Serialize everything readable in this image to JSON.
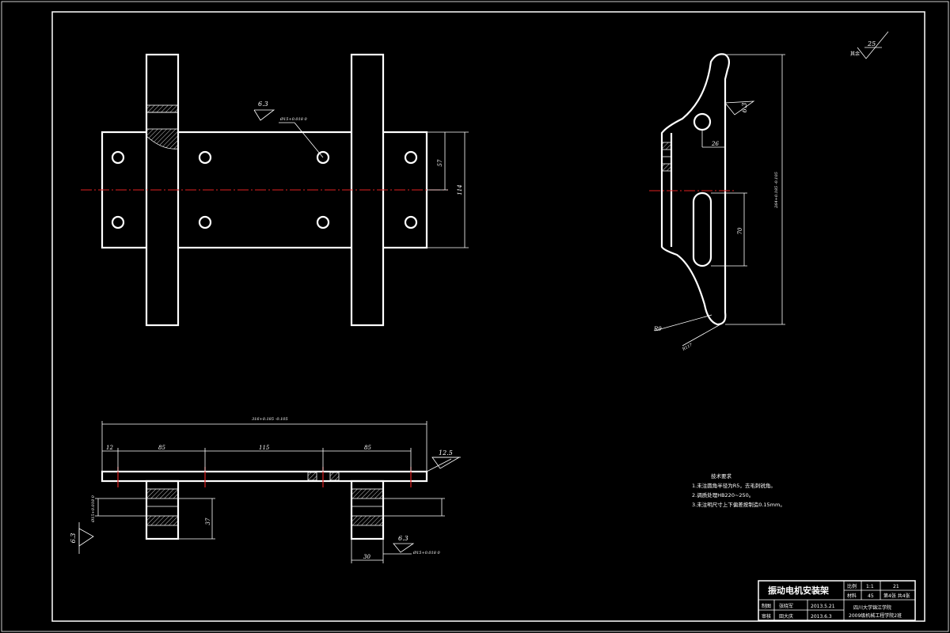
{
  "roughness": {
    "front_top": "6.3",
    "side_right": "6.3",
    "corner_value": "25",
    "corner_label": "其余",
    "bottom_right_end": "12.5",
    "bottom_left": "6.3",
    "bottom_right_hole": "6.3"
  },
  "dims_front": {
    "hole_tol": "Ø15+0.018 0",
    "dim_57": "57",
    "dim_114": "114"
  },
  "dims_side": {
    "dim_26": "26",
    "dim_total": "264+0.185 -0.105",
    "dim_70": "70",
    "radius_small": "R9",
    "radius_large": "R117"
  },
  "dims_bottom": {
    "total_length": "316+0.185 -0.105",
    "seg_12": "12",
    "seg_85a": "85",
    "seg_115": "115",
    "seg_85b": "85",
    "left_bore": "Ø15+0.018 0",
    "dim_37": "37",
    "dim_30": "30",
    "right_bore": "Ø15+0.018 0"
  },
  "tech_notes": {
    "heading": "技术要求",
    "items": [
      "1.未注圆角半径为R5，去毛刺锐角。",
      "2.调质处理HB220~250。",
      "3.未注明尺寸上下偏差按制造0.15mm。"
    ]
  },
  "title_block": {
    "part_name": "振动电机安装架",
    "scale_label": "比例",
    "scale_value": "1:1",
    "drawing_no": "21",
    "material_label": "材料",
    "material_value": "45",
    "sheet_info": "第4张 共4张",
    "designer_label": "制图",
    "designer_name": "张晓军",
    "design_date": "2013.5.21",
    "checker_label": "审核",
    "checker_name": "田大庆",
    "check_date": "2013.6.3",
    "school_line1": "四川大学锦江学院",
    "school_line2": "2009级机械工程学院2班"
  }
}
